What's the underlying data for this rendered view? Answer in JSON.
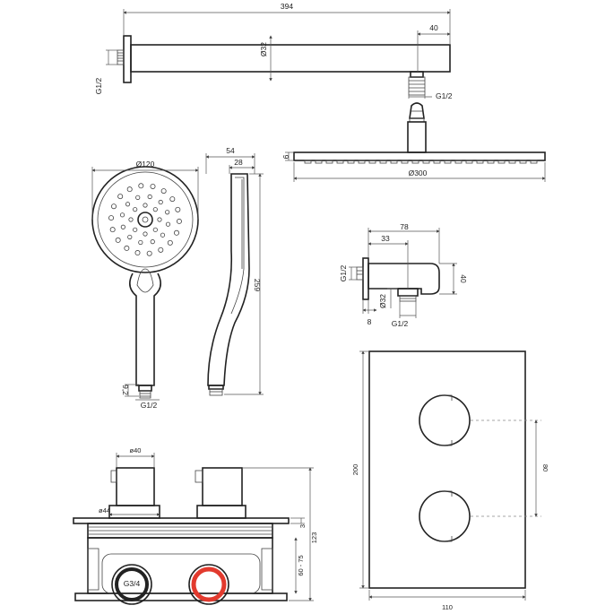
{
  "shower_arm": {
    "length": "394",
    "end_offset": "40",
    "tube_diameter": "Ø32",
    "wall_thread": "G1/2",
    "outlet_thread": "G1/2"
  },
  "shower_head": {
    "thickness": "9",
    "diameter": "Ø300"
  },
  "hand_shower": {
    "head_diameter": "Ø120",
    "depth": "54",
    "handle_depth": "28",
    "length": "259",
    "outlet_length": "9,2",
    "thread": "G1/2"
  },
  "wall_outlet": {
    "width": "78",
    "inner_offset": "33",
    "height": "40",
    "thread_left": "G1/2",
    "diameter": "Ø32",
    "base_depth": "8",
    "thread_bottom": "G1/2"
  },
  "cover_plate": {
    "height": "200",
    "width": "110",
    "knob_spacing": "80"
  },
  "valve_body": {
    "cartridge_diameter": "ø40",
    "spindle_diameter": "ø44",
    "flange": "3",
    "total_depth": "123",
    "install_depth": "60 - 75",
    "inlet_thread": "G3/4"
  },
  "colors": {
    "line": "#222222",
    "cold_inlet": "#222222",
    "hot_inlet": "#e23a2e"
  }
}
